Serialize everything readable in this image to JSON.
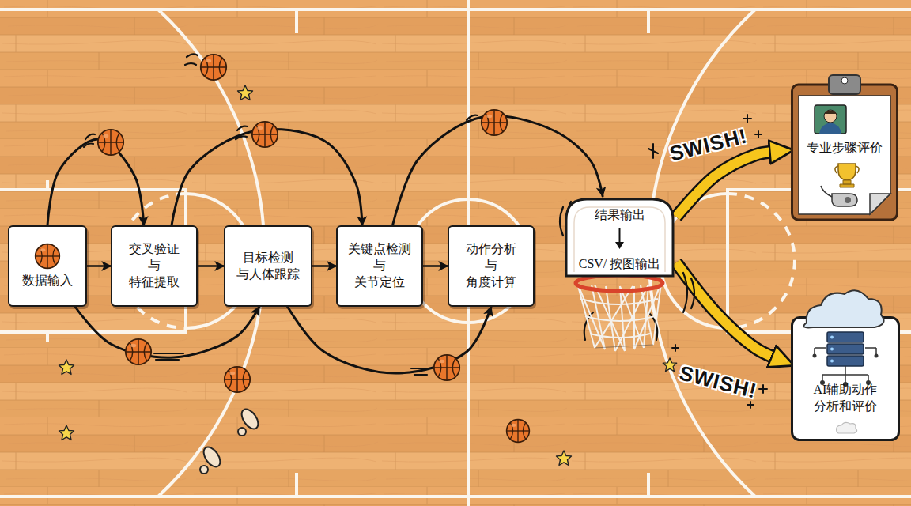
{
  "diagram": {
    "nodes": [
      {
        "text": [
          "数据输入"
        ]
      },
      {
        "text": [
          "交叉验证 与 特征提取"
        ]
      },
      {
        "text": [
          "目标检测 与人体跟踪"
        ]
      },
      {
        "text": [
          "关键点检测 与 关节定位"
        ]
      },
      {
        "text": [
          "动作分析 与 角度计算"
        ]
      },
      {
        "text": [
          "结果输出",
          "CSV/ 按图输出"
        ]
      },
      {
        "text": [
          "专业步骤评价"
        ]
      },
      {
        "text": [
          "AI辅助动作 分析和评价"
        ]
      }
    ],
    "edges": [
      {
        "from": 0,
        "to": 1,
        "arrow": "to"
      },
      {
        "from": 1,
        "to": 2,
        "arrow": "to"
      },
      {
        "from": 2,
        "to": 3,
        "arrow": "to"
      },
      {
        "from": 3,
        "to": 4,
        "arrow": "to"
      },
      {
        "from": 0,
        "to": 1,
        "arrow": "to"
      },
      {
        "from": 1,
        "to": 3,
        "arrow": "to"
      },
      {
        "from": 3,
        "to": 5,
        "arrow": "to"
      },
      {
        "from": 0,
        "to": 2,
        "arrow": "to"
      },
      {
        "from": 2,
        "to": 4,
        "arrow": "to"
      },
      {
        "from": 5,
        "to": 6,
        "arrow": "to"
      },
      {
        "from": 5,
        "to": 7,
        "arrow": "to"
      }
    ],
    "labels": [
      "SWISH!",
      "SWISH!"
    ]
  }
}
